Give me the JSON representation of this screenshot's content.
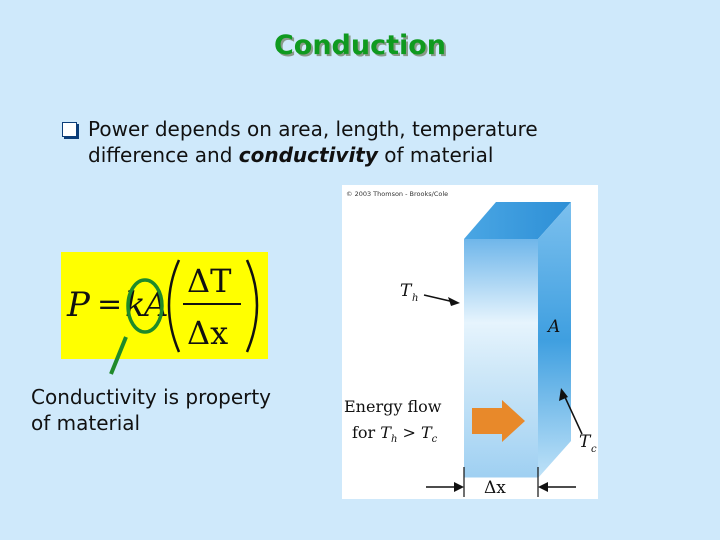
{
  "slide": {
    "title": "Conduction",
    "bullet": {
      "line1": "Power depends on area, length, temperature",
      "line2_pre": "difference and ",
      "line2_emph": "conductivity",
      "line2_post": " of material"
    },
    "note": {
      "line1": "Conductivity is property",
      "line2": "of material"
    }
  },
  "formula": {
    "P": "P",
    "eq": "=",
    "k": "k",
    "A": "A",
    "numerator": "ΔT",
    "denominator": "Δx"
  },
  "figure": {
    "copyright": "© 2003 Thomson - Brooks/Cole",
    "th_label": "T",
    "th_sub": "h",
    "area_label": "A",
    "energy_line1": "Energy flow",
    "energy_line2_pre": "for ",
    "energy_T1": "T",
    "energy_sub1": "h",
    "energy_gt": " > ",
    "energy_T2": "T",
    "energy_sub2": "c",
    "tc_label": "T",
    "tc_sub": "c",
    "dx_label": "Δx"
  },
  "colors": {
    "background": "#cfe9fb",
    "title": "#0f9a1f",
    "formula_highlight": "#ffff00",
    "circle_annotation": "#1f8a2a",
    "energy_arrow": "#e8892a",
    "slab_face": "#8cc8ee"
  },
  "icons": {
    "bullet": "checkbox-bullet-icon",
    "energy_arrow": "orange-arrow-icon"
  }
}
